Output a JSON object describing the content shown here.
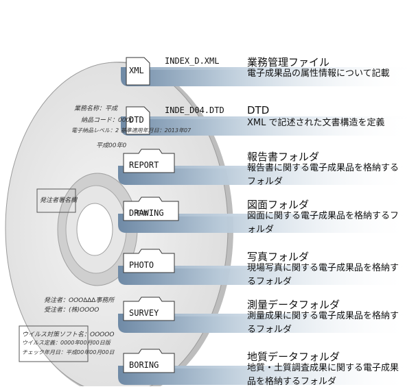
{
  "disc": {
    "info_lines": [
      "業務名称：平成",
      "納品コード：0000",
      "電子納品レベル：2 基準適用年月日：2013年07",
      "平成00年0"
    ],
    "label_box": "発注者署名欄",
    "orderer": "発注者：OOO∆∆∆事務所",
    "contractor": "受注者：(株)OOOO",
    "virus_box": [
      "ウイルス対策ソフト名：OOOOO",
      "ウイルス定義：0000年00月00日版",
      "チェック年月日：平成00年00月00日"
    ],
    "small_box": "平成"
  },
  "entries": [
    {
      "icon": "XML",
      "filename": "INDEX_D.XML",
      "title": "業務管理ファイル",
      "desc": "電子成果品の属性情報について記載"
    },
    {
      "icon": "DTD",
      "filename": "INDE_D04.DTD",
      "title": "DTD",
      "desc": "XML で記述された文書構造を定義"
    },
    {
      "icon": "REPORT",
      "filename": "",
      "title": "報告書フォルダ",
      "desc": "報告書に関する電子成果品を格納するフォルダ"
    },
    {
      "icon": "DRAWING",
      "filename": "",
      "title": "図面フォルダ",
      "desc": "図面に関する電子成果品を格納するフォルダ"
    },
    {
      "icon": "PHOTO",
      "filename": "",
      "title": "写真フォルダ",
      "desc": "現場写真に関する電子成果品を格納するフォルダ"
    },
    {
      "icon": "SURVEY",
      "filename": "",
      "title": "測量データフォルダ",
      "desc": "測量成果に関する電子成果品を格納するフォルダ"
    },
    {
      "icon": "BORING",
      "filename": "",
      "title": "地質データフォルダ",
      "desc": "地質・土質調査成果に関する電子成果品を格納するフォルダ"
    }
  ]
}
